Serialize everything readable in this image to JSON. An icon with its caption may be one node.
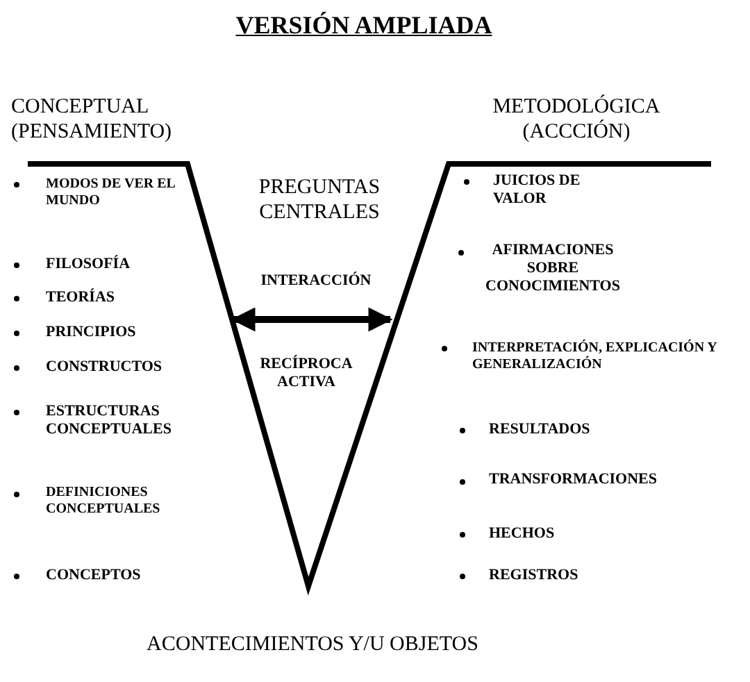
{
  "diagram": {
    "title": "VERSIÓN AMPLIADA",
    "labels": [
      "CONCEPTUAL (PENSAMIENTO)",
      "METODOLÓGICA (ACCCIÓN)",
      "MODOS DE VER EL MUNDO",
      "PREGUNTAS CENTRALES",
      "JUICIOS DE VALOR",
      "AFIRMACIONES SOBRE CONOCIMIENTOS",
      "FILOSOFÍA",
      "INTERACCIÓN",
      "TEORÍAS",
      "PRINCIPIOS",
      "INTERPRETACIÓN, EXPLICACIÓN Y GENERALIZACIÓN",
      "CONSTRUCTOS",
      "RECÍPROCA ACTIVA",
      "ESTRUCTURAS CONCEPTUALES",
      "RESULTADOS",
      "TRANSFORMACIONES",
      "DEFINICIONES CONCEPTUALES",
      "HECHOS",
      "CONCEPTOS",
      "REGISTROS",
      "ACONTECIMIENTOS Y/U OBJETOS"
    ]
  }
}
